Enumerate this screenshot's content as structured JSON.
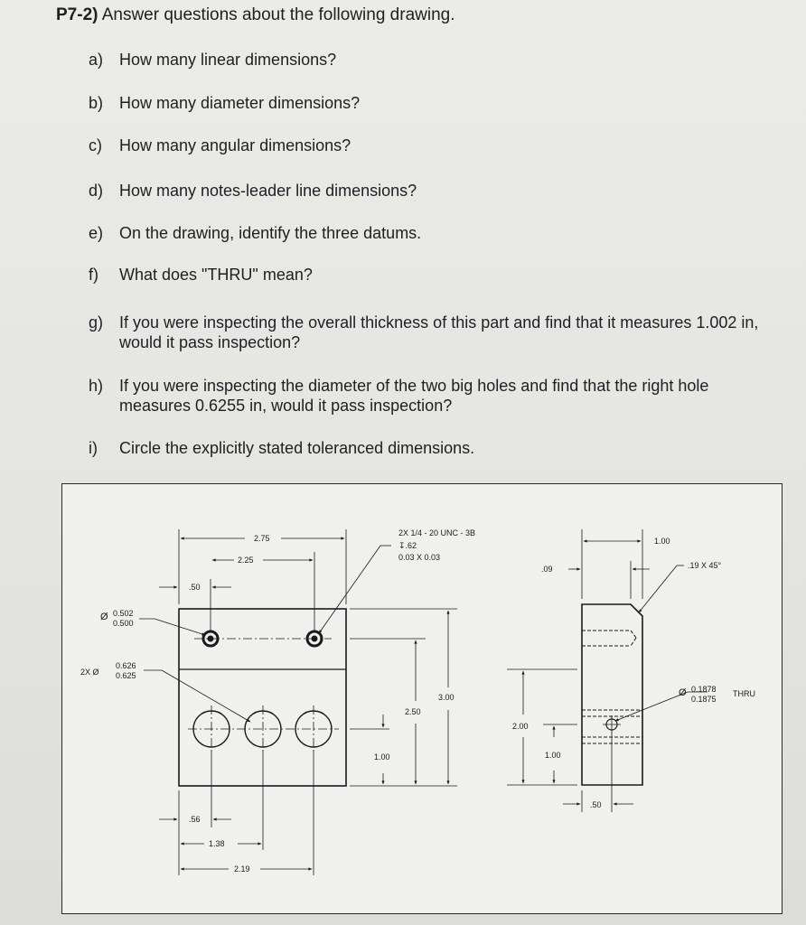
{
  "problem": {
    "number": "P7-2)",
    "title": "Answer questions about the following drawing."
  },
  "questions": [
    {
      "label": "a)",
      "text": "How many linear dimensions?"
    },
    {
      "label": "b)",
      "text": "How many diameter dimensions?"
    },
    {
      "label": "c)",
      "text": "How many angular dimensions?"
    },
    {
      "label": "d)",
      "text": "How many notes-leader line dimensions?"
    },
    {
      "label": "e)",
      "text": "On the drawing, identify the three datums."
    },
    {
      "label": "f)",
      "text": "What does \"THRU\" mean?"
    },
    {
      "label": "g)",
      "text": "If you were inspecting the overall thickness of this part and find that it measures 1.002 in, would it pass inspection?"
    },
    {
      "label": "h)",
      "text": "If you were inspecting the diameter of the two big holes and find that the right hole measures 0.6255 in, would it pass inspection?"
    },
    {
      "label": "i)",
      "text": "Circle the explicitly stated toleranced dimensions."
    }
  ],
  "drawing": {
    "dims": {
      "d275": "2.75",
      "d225": "2.25",
      "d50_top": ".50",
      "dia_small_hi": "0.502",
      "dia_small_lo": "0.500",
      "dia_symbol": "Ø",
      "dia_big_prefix": "2X Ø",
      "dia_big_hi": "0.626",
      "dia_big_lo": "0.625",
      "thread_line1": "2X 1/4 - 20 UNC - 3B",
      "thread_line2": "↧.62",
      "thread_line3": "0.03 X 0.03",
      "d300": "3.00",
      "d250": "2.50",
      "d100_front": "1.00",
      "d56": ".56",
      "d138": "1.38",
      "d219": "2.19",
      "d09": ".09",
      "d100_top_side": "1.00",
      "chamfer": ".19 X 45°",
      "side_dia_hi": "0.1878",
      "side_dia_lo": "0.1875",
      "thru": "THRU",
      "d200": "2.00",
      "d100_side": "1.00",
      "d50_side": ".50"
    }
  }
}
